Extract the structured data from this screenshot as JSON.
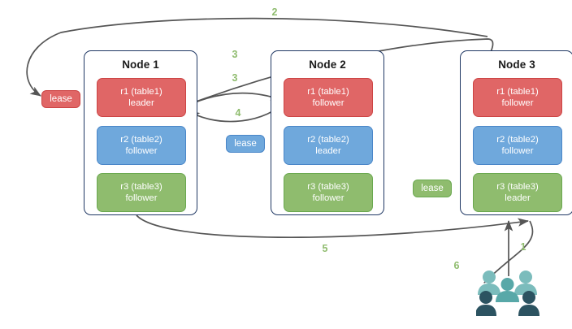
{
  "diagram": {
    "title": "",
    "colors": {
      "red": "#e06666",
      "red_border": "#cc4444",
      "blue": "#6fa8dc",
      "blue_border": "#4a86c8",
      "green": "#8fbc6e",
      "green_border": "#6aa84f",
      "node_border": "#203864",
      "arrow": "#555555",
      "label": "#8fbc6e",
      "people_back": "#7bbcbc",
      "people_front": "#2c5361"
    },
    "nodes": [
      {
        "id": "node1",
        "title": "Node 1",
        "replicas": [
          {
            "id": "n1r1",
            "line1": "r1 (table1)",
            "line2": "leader",
            "color": "red"
          },
          {
            "id": "n1r2",
            "line1": "r2 (table2)",
            "line2": "follower",
            "color": "blue"
          },
          {
            "id": "n1r3",
            "line1": "r3 (table3)",
            "line2": "follower",
            "color": "green"
          }
        ]
      },
      {
        "id": "node2",
        "title": "Node 2",
        "replicas": [
          {
            "id": "n2r1",
            "line1": "r1 (table1)",
            "line2": "follower",
            "color": "red"
          },
          {
            "id": "n2r2",
            "line1": "r2 (table2)",
            "line2": "leader",
            "color": "blue"
          },
          {
            "id": "n2r3",
            "line1": "r3 (table3)",
            "line2": "follower",
            "color": "green"
          }
        ]
      },
      {
        "id": "node3",
        "title": "Node 3",
        "replicas": [
          {
            "id": "n3r1",
            "line1": "r1 (table1)",
            "line2": "follower",
            "color": "red"
          },
          {
            "id": "n3r2",
            "line1": "r2 (table2)",
            "line2": "follower",
            "color": "blue"
          },
          {
            "id": "n3r3",
            "line1": "r3 (table3)",
            "line2": "leader",
            "color": "green"
          }
        ]
      }
    ],
    "leases": [
      {
        "id": "lease-r1",
        "label": "lease",
        "color": "red"
      },
      {
        "id": "lease-r2",
        "label": "lease",
        "color": "blue"
      },
      {
        "id": "lease-r3",
        "label": "lease",
        "color": "green"
      }
    ],
    "edge_labels": [
      {
        "id": "step-2",
        "text": "2"
      },
      {
        "id": "step-3a",
        "text": "3"
      },
      {
        "id": "step-3b",
        "text": "3"
      },
      {
        "id": "step-4",
        "text": "4"
      },
      {
        "id": "step-5",
        "text": "5"
      },
      {
        "id": "step-1",
        "text": "1"
      },
      {
        "id": "step-6",
        "text": "6"
      }
    ],
    "actor": {
      "id": "clients",
      "label": ""
    }
  }
}
